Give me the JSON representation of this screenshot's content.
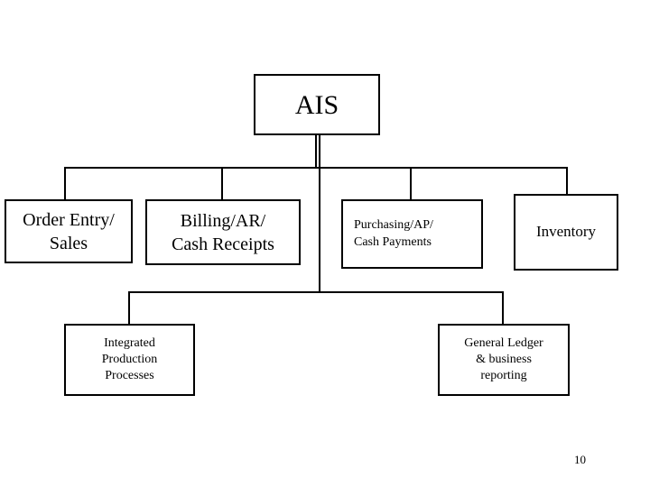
{
  "diagram": {
    "root": {
      "label": "AIS"
    },
    "top_row": [
      {
        "id": "order-entry",
        "lines": [
          "Order Entry/",
          "Sales"
        ]
      },
      {
        "id": "billing",
        "lines": [
          "Billing/AR/",
          "Cash Receipts"
        ]
      },
      {
        "id": "purchasing",
        "lines": [
          "Purchasing/AP/",
          "Cash Payments"
        ]
      },
      {
        "id": "inventory",
        "lines": [
          "Inventory"
        ]
      }
    ],
    "bottom_row": [
      {
        "id": "production",
        "lines": [
          "Integrated",
          "Production",
          "Processes"
        ]
      },
      {
        "id": "general-ledger",
        "lines": [
          "General Ledger",
          "& business",
          "reporting"
        ]
      }
    ]
  },
  "slide_number": "10"
}
